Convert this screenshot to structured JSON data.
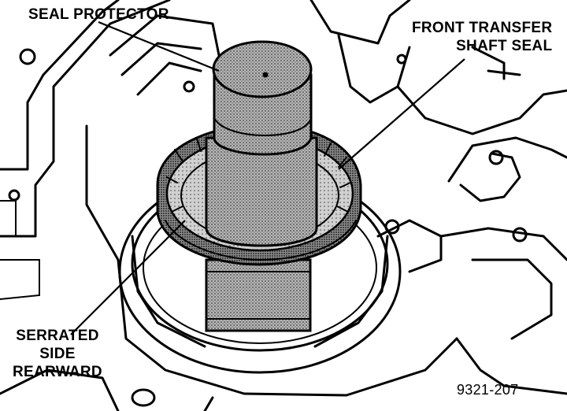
{
  "figure": {
    "figure_number": "9321-207",
    "callouts": {
      "seal_protector": "SEAL PROTECTOR",
      "front_transfer_line1": "FRONT TRANSFER",
      "front_transfer_line2": "SHAFT SEAL",
      "serrated_line1": "SERRATED",
      "serrated_line2": "SIDE",
      "serrated_line3": "REARWARD"
    }
  },
  "colors": {
    "ink": "#000000",
    "background": "#ffffff",
    "stipple": "#7a7a7a"
  }
}
